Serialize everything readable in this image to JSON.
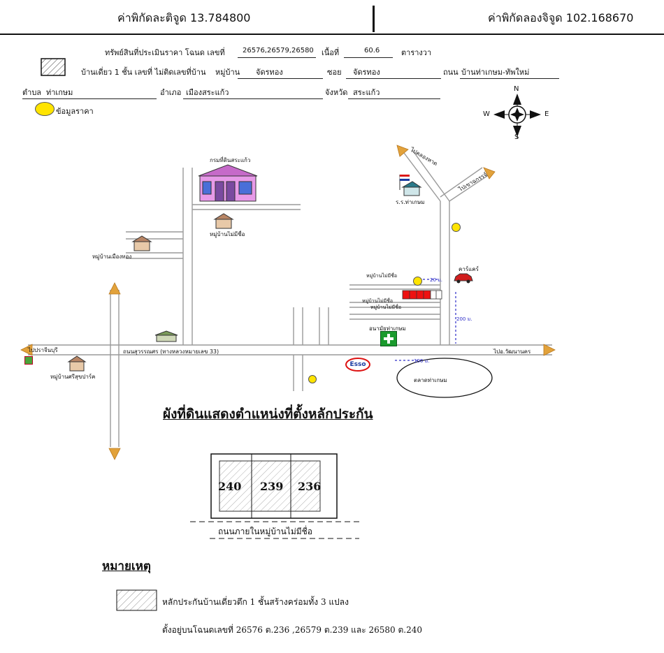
{
  "header": {
    "lat_label": "ค่าพิกัดละติจูด 13.784800",
    "lon_label": "ค่าพิกัดลองจิจูด 102.168670"
  },
  "property": {
    "title_prefix": "ทรัพย์สินที่ประเมินราคา โฉนด เลขที่",
    "deed_numbers": "26576,26579,26580",
    "area_label": "เนื้อที่",
    "area_value": "60.6",
    "area_unit": "ตารางวา",
    "house_type": "บ้านเดี่ยว 1 ชั้น เลขที่ ไม่ติดเลขที่บ้าน",
    "village_label": "หมู่บ้าน",
    "village_value": "จัดรทอง",
    "soi_label": "ซอย",
    "soi_value": "จัดรทอง",
    "road_label": "ถนน",
    "road_value": "บ้านท่าเกษม-ทัพใหม่",
    "tambon_label": "ตำบล",
    "tambon_value": "ท่าเกษม",
    "amphoe_label": "อำเภอ",
    "amphoe_value": "เมืองสระแก้ว",
    "province_label": "จังหวัด",
    "province_value": "สระแก้ว",
    "price_info_label": "ข้อมูลราคา"
  },
  "compass": {
    "n": "N",
    "s": "S",
    "e": "E",
    "w": "W"
  },
  "map_labels": {
    "land_office": "กรมที่ดินสระแก้ว",
    "school": "ร.ร.ท่าเกษม",
    "to_khlong_hat": "ไปคลองหาด",
    "to_khao_chakan": "ไปเขาฉกรรจ์",
    "village_nameless_1": "หมู่บ้านไม่มีชื่อ",
    "village_nameless_2": "หมู่บ้านไม่มีชื่อ",
    "village_nameless_3": "หมู่บ้านไม่มีชื่อ",
    "village_nameless_4": "หมู่บ้านไม่มีชื่อ",
    "village_west": "หมู่บ้านเมืองทอง",
    "village_srisuk": "หมู่บ้านศรีสุขปาร์ค",
    "carcare": "คาร์แคร์",
    "hospital": "อนามัยท่าเกษม",
    "market": "ตลาดท่าเกษม",
    "esso": "Esso",
    "to_prachinburi": "ไปปราจีนบุรี",
    "to_watthana": "ไปอ.วัฒนานคร",
    "main_road": "ถนนสุวรรณศร (ทางหลวงหมายเลข 33)",
    "dist_200": "200 ม.",
    "dist_100": "100 ม.",
    "dist_20": "20 ม.",
    "title": "ผังที่ดินแสดงตำแหน่งที่ตั้งหลักประกัน",
    "internal_road": "ถนนภายในหมู่บ้านไม่มีชื่อ"
  },
  "plots": [
    "240",
    "239",
    "236"
  ],
  "notes": {
    "title": "หมายเหตุ",
    "line1": "หลักประกันบ้านเดี่ยวตึก 1 ชั้นสร้างคร่อมทั้ง 3 แปลง",
    "line2": "ตั้งอยู่บนโฉนดเลขที่ 26576 ต.236 ,26579 ต.239 และ 26580 ต.240"
  },
  "colors": {
    "arrow": "#e2a23b",
    "road": "#9a9a9a",
    "land_office": "#e79ae8",
    "carcare": "#d11e1e",
    "hospital": "#1a9a2d",
    "price_marker": "#ffe400",
    "distance": "#2d2dc8"
  }
}
